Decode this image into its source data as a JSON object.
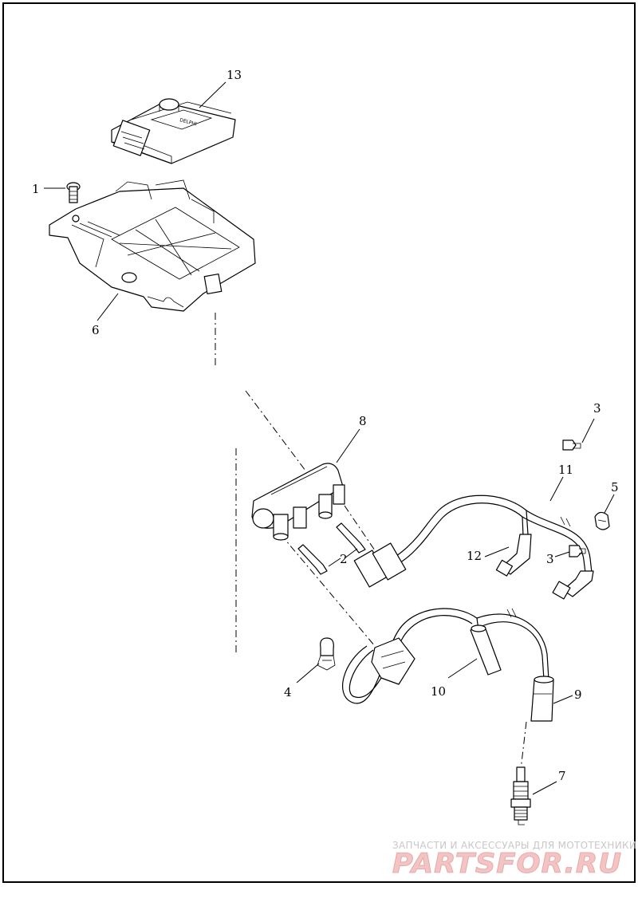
{
  "callouts": {
    "c1": "1",
    "c2": "2",
    "c3a": "3",
    "c3b": "3",
    "c4": "4",
    "c5": "5",
    "c6": "6",
    "c7": "7",
    "c8": "8",
    "c9": "9",
    "c10": "10",
    "c11": "11",
    "c12": "12",
    "c13": "13"
  },
  "module_label": "DELPHI",
  "watermark": {
    "tagline": "ЗАПЧАСТИ И АКСЕССУАРЫ ДЛЯ МОТОТЕХНИКИ",
    "brand": "PARTSFOR.RU"
  }
}
